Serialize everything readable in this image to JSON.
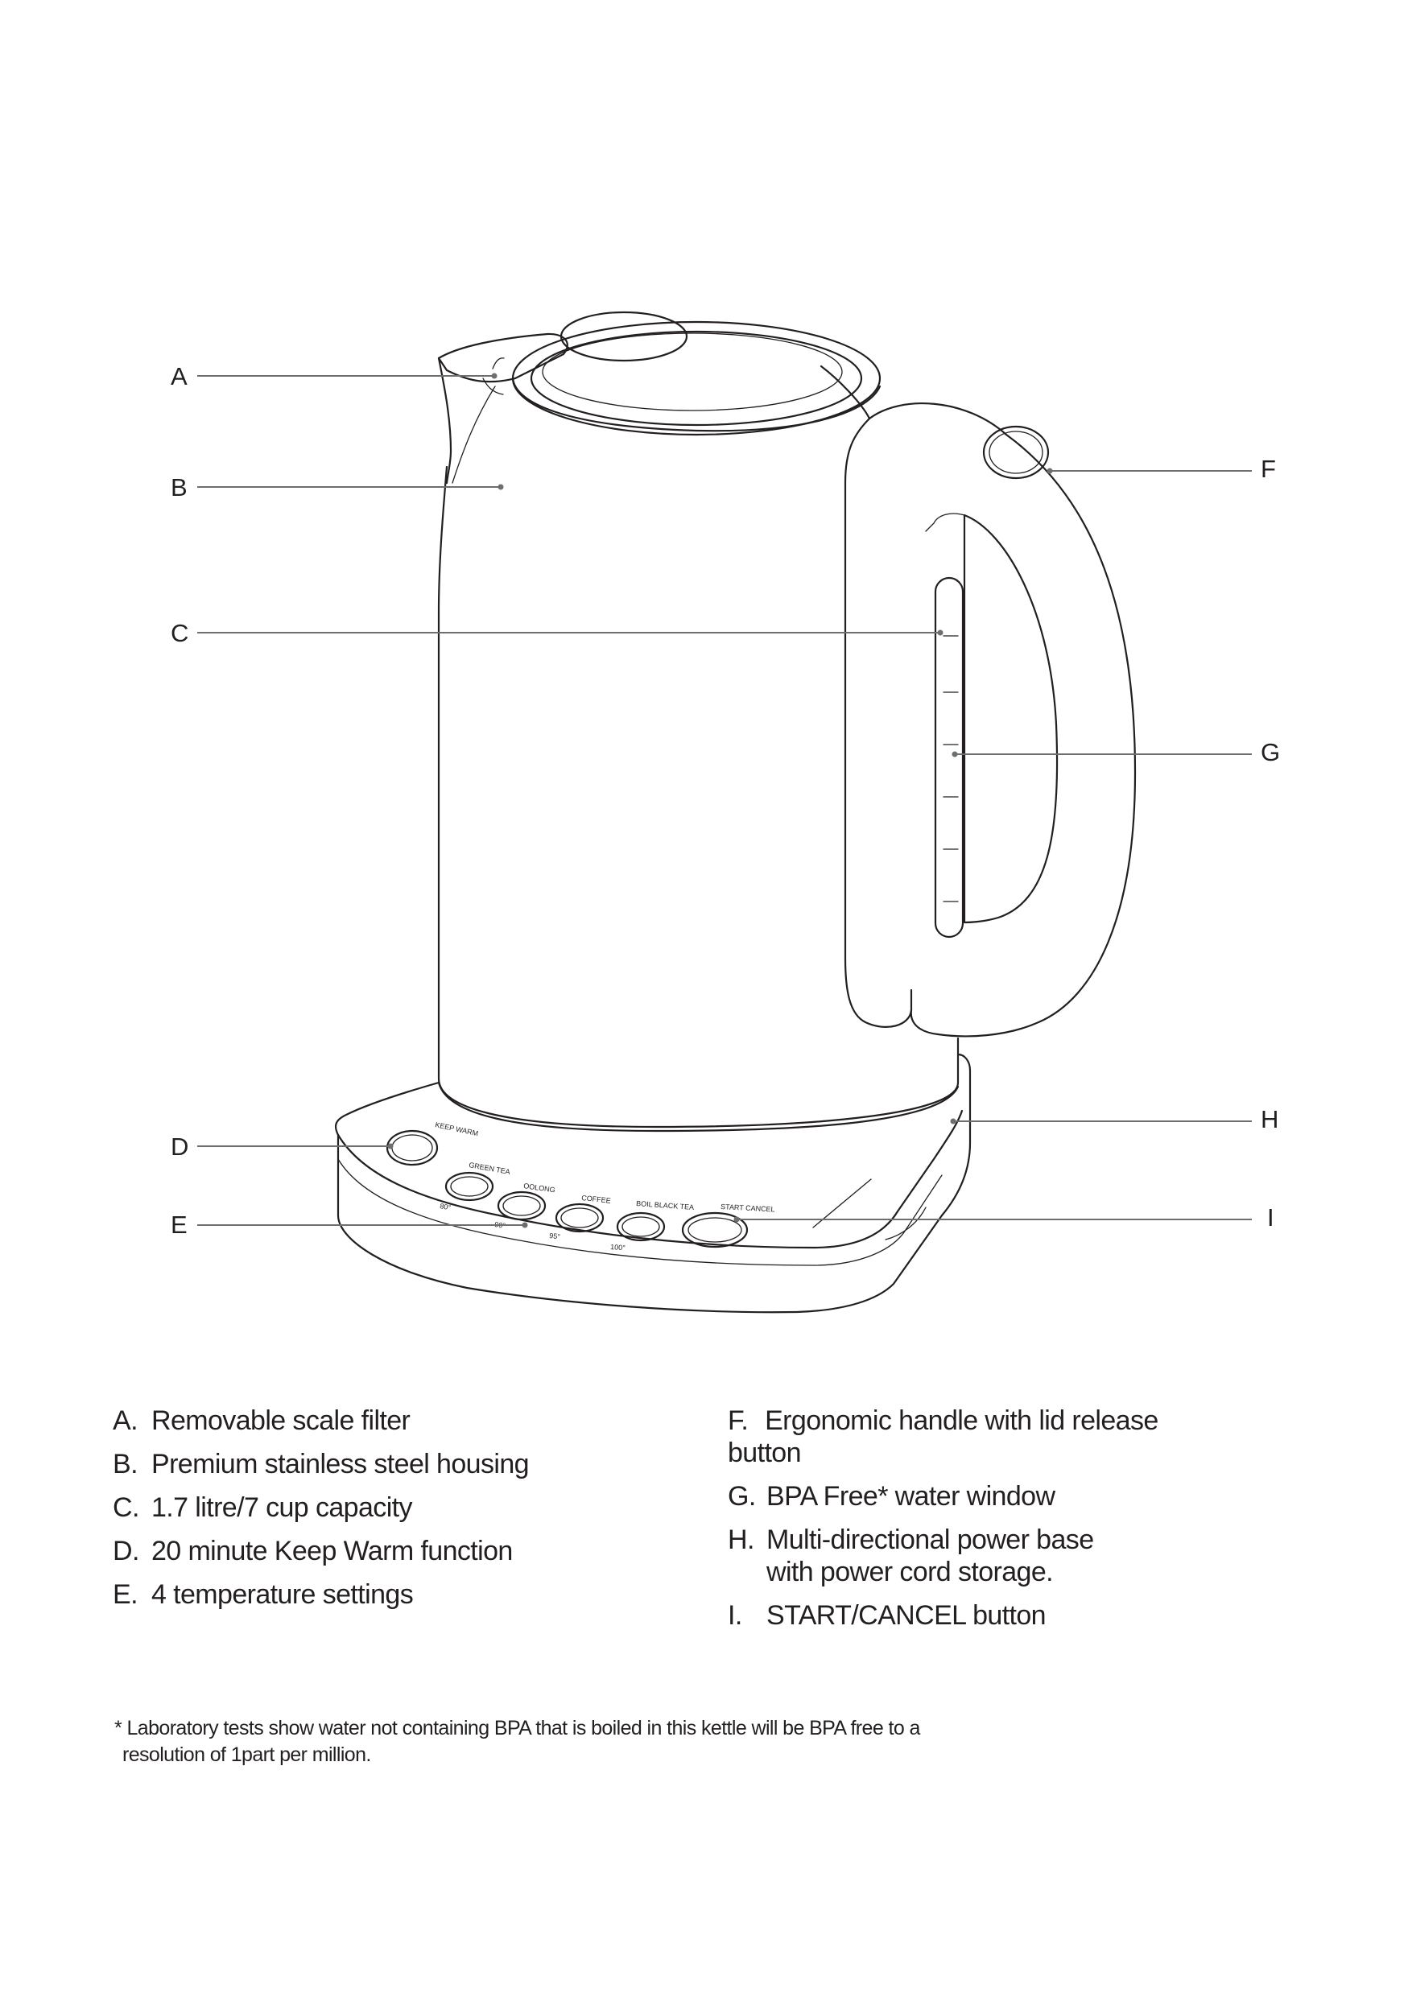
{
  "callouts": [
    {
      "letter": "A",
      "text": "Removable scale filter"
    },
    {
      "letter": "B",
      "text": "Premium stainless steel housing"
    },
    {
      "letter": "C",
      "text": "1.7 litre/7 cup capacity"
    },
    {
      "letter": "D",
      "text": "20 minute Keep Warm function"
    },
    {
      "letter": "E",
      "text": "4 temperature settings"
    },
    {
      "letter": "F",
      "text": "Ergonomic handle with lid release button"
    },
    {
      "letter": "G",
      "text": "BPA Free* water window"
    },
    {
      "letter": "H",
      "text": "Multi-directional power base with power cord storage."
    },
    {
      "letter": "I",
      "text": "START/CANCEL button"
    }
  ],
  "legend": {
    "left": [
      {
        "letter": "A.",
        "text": "Removable scale filter"
      },
      {
        "letter": "B.",
        "text": "Premium stainless steel housing"
      },
      {
        "letter": "C.",
        "text": "1.7 litre/7 cup capacity"
      },
      {
        "letter": "D.",
        "text": "20 minute Keep Warm function"
      },
      {
        "letter": "E.",
        "text": "4 temperature settings"
      }
    ],
    "right": [
      {
        "letter": "F.",
        "text": "Ergonomic handle with lid release button"
      },
      {
        "letter": "G.",
        "text": "BPA Free* water window"
      },
      {
        "letter": "H.",
        "text": "Multi-directional power base with power cord storage."
      },
      {
        "letter": "I.",
        "text": "START/CANCEL button"
      }
    ]
  },
  "base_controls": {
    "keep_warm": "KEEP WARM",
    "green_tea": "GREEN TEA",
    "oolong": "OOLONG",
    "coffee": "COFFEE",
    "boil_black_tea": "BOIL BLACK TEA",
    "start_cancel": "START CANCEL",
    "temp_80": "80°",
    "temp_90": "90°",
    "temp_95": "95°",
    "temp_100": "100°"
  },
  "footnote": {
    "line1": "* Laboratory tests show water not containing BPA that is boiled in this kettle will be BPA free to a",
    "line2": "resolution of 1part per million."
  }
}
